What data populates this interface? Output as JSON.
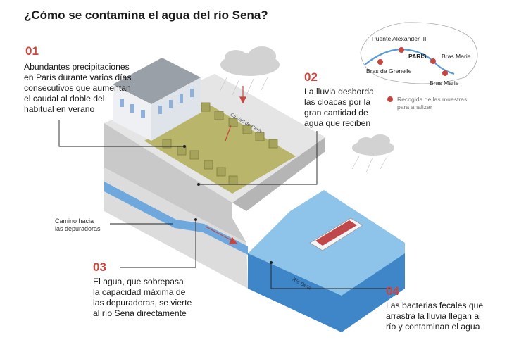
{
  "title": "¿Cómo se contamina el agua del río Sena?",
  "steps": [
    {
      "num": "01",
      "lines": [
        "Abundantes precipitaciones",
        "en París durante varios días",
        "consecutivos que aumentan",
        "el caudal al doble del",
        "habitual en verano"
      ]
    },
    {
      "num": "02",
      "lines": [
        "La lluvia desborda",
        "las cloacas por la",
        "gran cantidad de",
        "agua que reciben"
      ]
    },
    {
      "num": "03",
      "lines": [
        "El agua, que sobrepasa",
        "la capacidad máxima de",
        "las depuradoras, se vierte",
        "al río Sena directamente"
      ]
    },
    {
      "num": "04",
      "lines": [
        "Las bacterias fecales que",
        "arrastra la lluvia llegan al",
        "río y contaminan el agua"
      ]
    }
  ],
  "labels": {
    "camino": [
      "Camino hacia",
      "las depuradoras"
    ],
    "ciudad": "Ciudad de París",
    "rio": "Río Sena"
  },
  "map": {
    "paris": "PARÍS",
    "points": [
      "Puente Alexander III",
      "Bras de Grenelle",
      "Bras Marie",
      "Bras Marie"
    ],
    "legend": [
      "Recogida de las muestras",
      "para analizar"
    ]
  },
  "colors": {
    "accent": "#c8463f",
    "river": "#5b9bd5",
    "grass": "#b9b56a",
    "ground": "#d8d8d8"
  }
}
